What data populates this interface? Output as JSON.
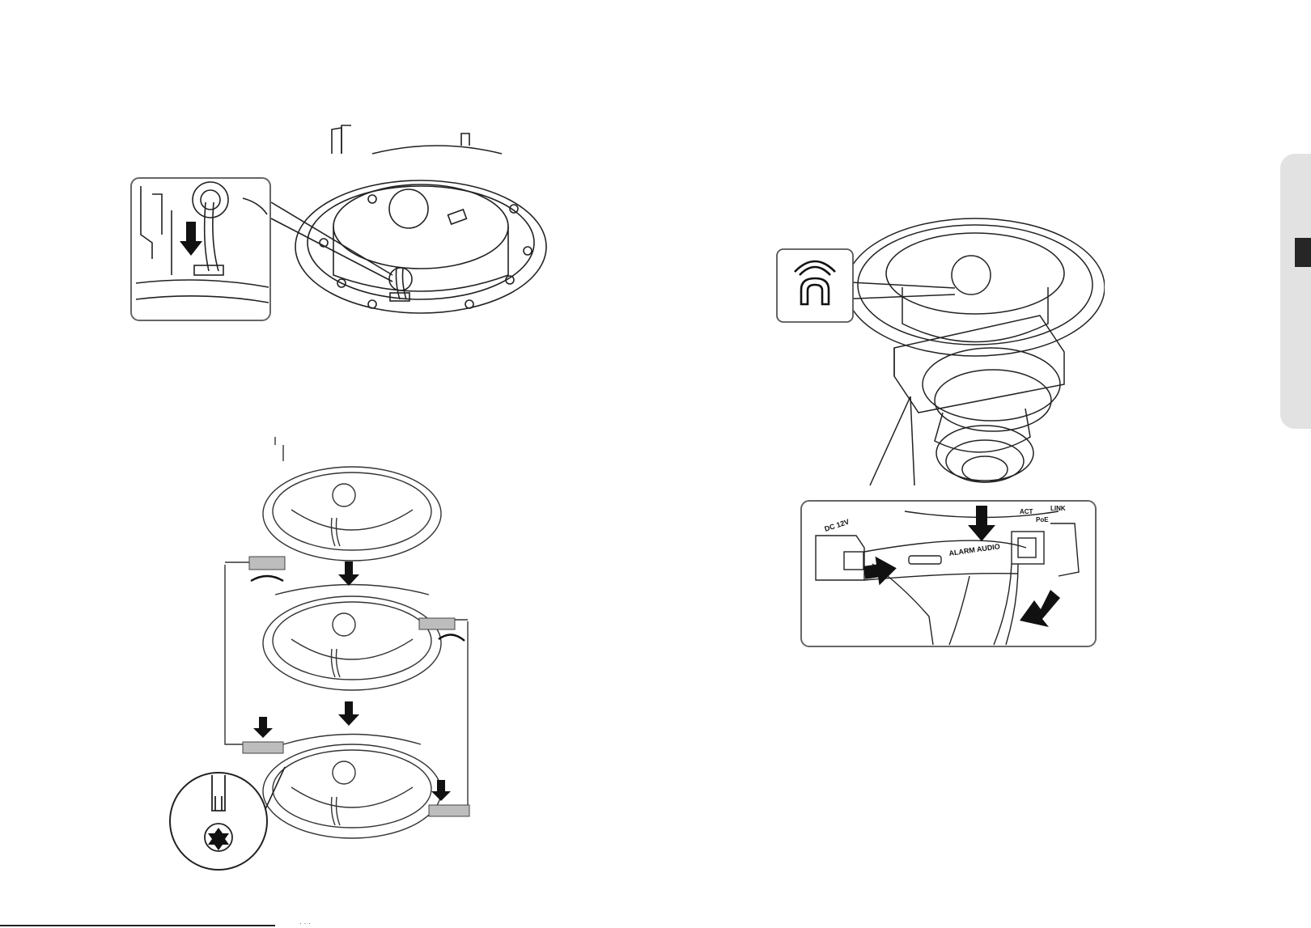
{
  "figures": {
    "top_left": {
      "name": "dome-base-cable-routing"
    },
    "mid_left": {
      "name": "mount-bracket-install-sequence"
    },
    "right": {
      "name": "camera-module-connection"
    }
  },
  "port_labels": {
    "dc12v": "DC 12V",
    "alarm_audio": "ALARM AUDIO",
    "poe": "PoE",
    "act": "ACT",
    "link": "LINK"
  },
  "icons": {
    "magnet": "magnet-icon",
    "torx": "torx-driver-icon"
  },
  "side_tab": {
    "active_index": 1
  },
  "footer": {
    "page_ref": "· · ·"
  }
}
